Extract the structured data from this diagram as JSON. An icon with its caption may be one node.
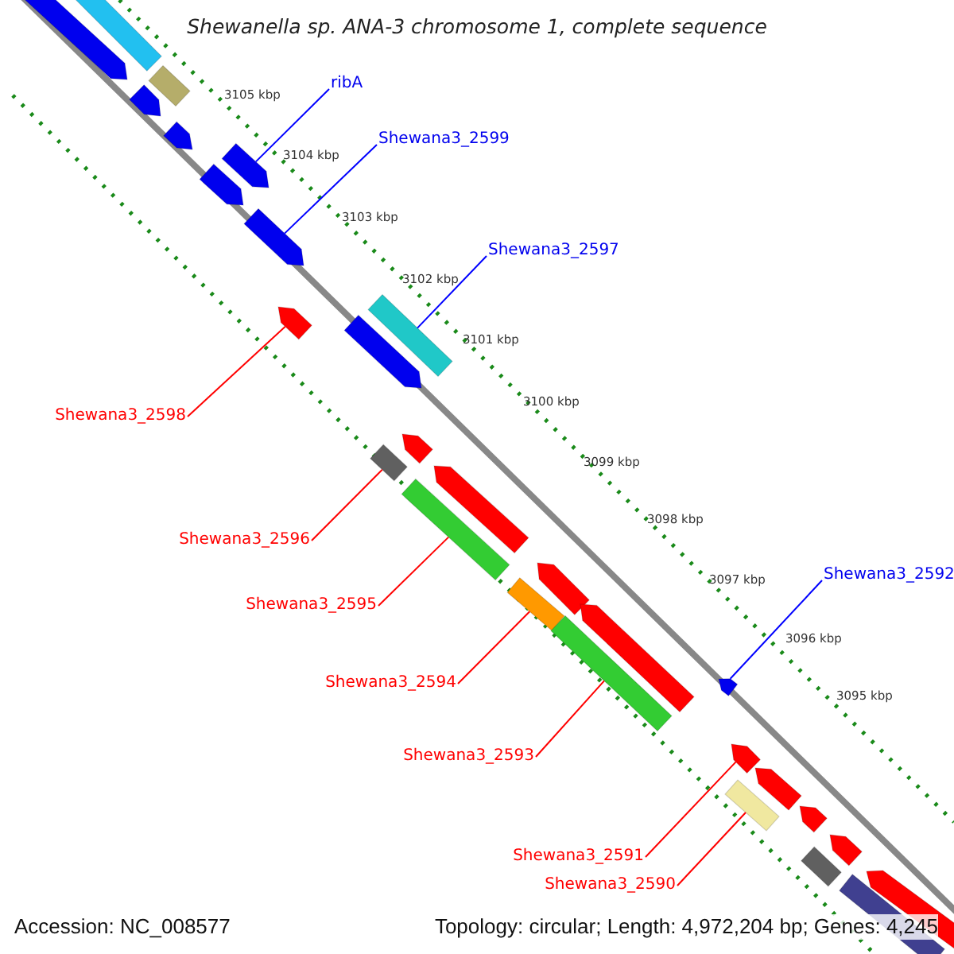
{
  "diagram": {
    "title": "Shewanella sp. ANA-3 chromosome 1, complete sequence",
    "nodes": [
      {
        "text": [
          "ribA"
        ]
      },
      {
        "text": [
          "Shewana3_2599"
        ]
      },
      {
        "text": [
          "Shewana3_2597"
        ]
      },
      {
        "text": [
          "Shewana3_2598"
        ]
      },
      {
        "text": [
          "Shewana3_2596"
        ]
      },
      {
        "text": [
          "Shewana3_2595"
        ]
      },
      {
        "text": [
          "Shewana3_2594"
        ]
      },
      {
        "text": [
          "Shewana3_2593"
        ]
      },
      {
        "text": [
          "Shewana3_2592"
        ]
      },
      {
        "text": [
          "Shewana3_2591"
        ]
      },
      {
        "text": [
          "Shewana3_2590"
        ]
      },
      {
        "text": [],
        "shape": "pentagon"
      },
      {
        "text": [],
        "shape": "box"
      },
      {
        "text": [],
        "shape": "box"
      },
      {
        "text": [],
        "shape": "pentagon"
      },
      {
        "text": [],
        "shape": "pentagon"
      },
      {
        "text": [],
        "shape": "pentagon"
      },
      {
        "text": [],
        "shape": "pentagon"
      },
      {
        "text": [],
        "shape": "pentagon"
      },
      {
        "text": [],
        "shape": "box"
      },
      {
        "text": [],
        "shape": "pentagon"
      },
      {
        "text": [],
        "shape": "pentagon"
      },
      {
        "text": [],
        "shape": "box"
      },
      {
        "text": [],
        "shape": "pentagon"
      },
      {
        "text": [],
        "shape": "pentagon"
      },
      {
        "text": [],
        "shape": "box"
      },
      {
        "text": [],
        "shape": "pentagon"
      },
      {
        "text": [],
        "shape": "box"
      },
      {
        "text": [],
        "shape": "box"
      },
      {
        "text": [],
        "shape": "pentagon"
      },
      {
        "text": [],
        "shape": "pentagon"
      },
      {
        "text": [],
        "shape": "pentagon"
      },
      {
        "text": [],
        "shape": "pentagon"
      },
      {
        "text": [],
        "shape": "box"
      },
      {
        "text": [],
        "shape": "pentagon"
      },
      {
        "text": [],
        "shape": "pentagon"
      },
      {
        "text": [],
        "shape": "box"
      },
      {
        "text": [],
        "shape": "pentagon"
      },
      {
        "text": [],
        "shape": "box"
      }
    ],
    "edges": [
      {
        "from": 0,
        "to": 16,
        "arrow": "none",
        "color": "#0000ff"
      },
      {
        "from": 1,
        "to": 18,
        "arrow": "none",
        "color": "#0000ff"
      },
      {
        "from": 2,
        "to": 19,
        "arrow": "none",
        "color": "#0000ff"
      },
      {
        "from": 3,
        "to": 21,
        "arrow": "none"
      },
      {
        "from": 4,
        "to": 22,
        "arrow": "none"
      },
      {
        "from": 5,
        "to": 25,
        "arrow": "none"
      },
      {
        "from": 6,
        "to": 27,
        "arrow": "none"
      },
      {
        "from": 7,
        "to": 28,
        "arrow": "none"
      },
      {
        "from": 8,
        "to": 30,
        "arrow": "none",
        "color": "#0000ff"
      },
      {
        "from": 9,
        "to": 31,
        "arrow": "none"
      },
      {
        "from": 10,
        "to": 33,
        "arrow": "none"
      }
    ],
    "labels": [
      "3105 kbp",
      "3104 kbp",
      "3103 kbp",
      "3102 kbp",
      "3101 kbp",
      "3100 kbp",
      "3099 kbp",
      "3098 kbp",
      "3097 kbp",
      "3096 kbp",
      "3095 kbp",
      "Accession: NC_008577",
      "Topology: circular; Length: 4,972,204 bp; Genes: 4,245"
    ]
  }
}
